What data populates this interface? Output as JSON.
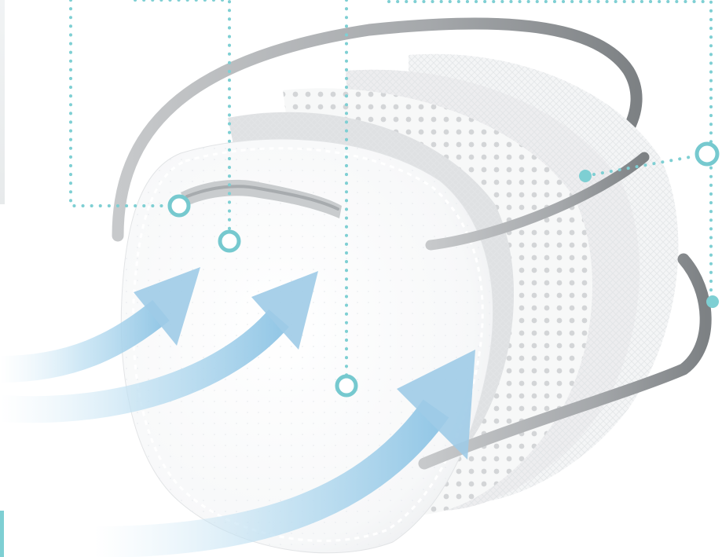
{
  "colors": {
    "callout_teal": "#7ecfd3",
    "callout_ring": "#76c9cf",
    "airflow_blue": "#a9d4ec",
    "strap_gray": "#9ea1a4",
    "layer_white": "#ffffff",
    "layer_gray": "#d9dbdd",
    "background": "#ffffff"
  },
  "callouts": [
    {
      "id": "nose-clip",
      "marker": "hollow-ring"
    },
    {
      "id": "outer-layer",
      "marker": "hollow-ring"
    },
    {
      "id": "filter-layer",
      "marker": "hollow-ring"
    },
    {
      "id": "ear-loop",
      "marker": "hollow-ring"
    },
    {
      "id": "inner-layer",
      "marker": "solid-dot"
    },
    {
      "id": "ear-loop-lower",
      "marker": "solid-dot"
    }
  ],
  "airflow_arrows": 3,
  "mask_layers": [
    "outer-shell",
    "perforated-layer",
    "mesh-filter",
    "textured-layer",
    "inner-lining"
  ]
}
